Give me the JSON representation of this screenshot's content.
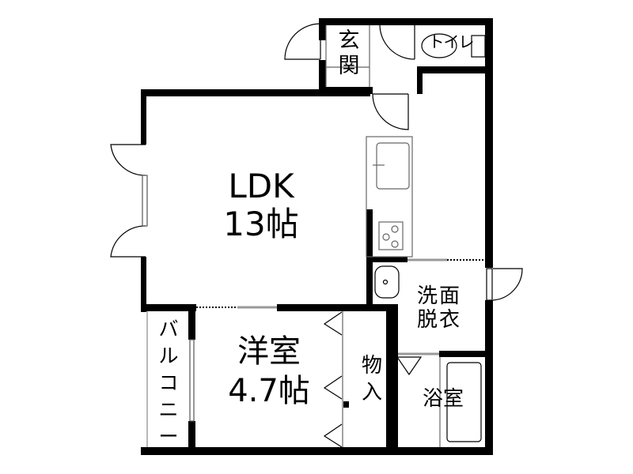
{
  "floorplan": {
    "rooms": {
      "ldk": {
        "name": "LDK",
        "size": "13帖",
        "text": "LDK\n13帖"
      },
      "western_room": {
        "name": "洋室",
        "size": "4.7帖",
        "text": "洋室\n4.7帖"
      },
      "entrance": {
        "name": "玄関",
        "text": "玄\n関"
      },
      "toilet": {
        "name": "トイレ",
        "text": "トイレ"
      },
      "washroom": {
        "name": "洗面脱衣",
        "text": "洗面\n脱衣"
      },
      "bathroom": {
        "name": "浴室",
        "text": "浴室"
      },
      "storage": {
        "name": "物入",
        "text": "物\n入"
      },
      "balcony": {
        "name": "バルコニー",
        "text": "バ\nル\nコ\nニ\nー"
      }
    },
    "fixtures": [
      "kitchen-sink",
      "stove-3-burner",
      "wash-basin",
      "bathtub"
    ],
    "colors": {
      "wall": "#000000",
      "background": "#ffffff",
      "thin_line": "#888888"
    }
  }
}
